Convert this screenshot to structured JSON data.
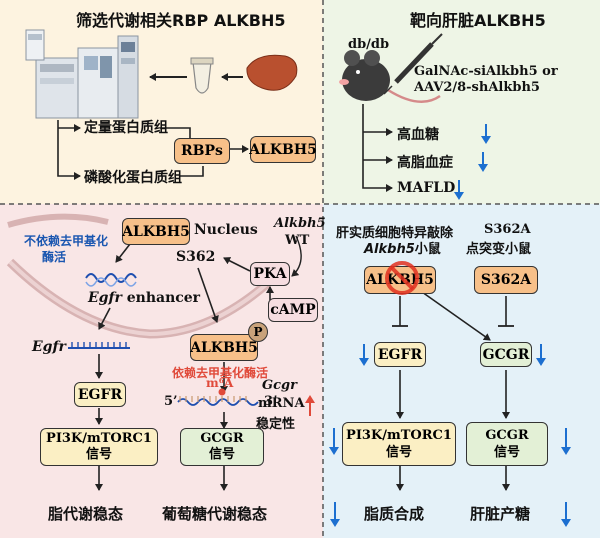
{
  "panel_a": {
    "title": "筛选代谢相关RBP ALKBH5",
    "quant_label": "定量蛋白质组",
    "phospho_label": "磷酸化蛋白质组",
    "rbps_box": "RBPs",
    "alkbh5_box": "ALKBH5"
  },
  "panel_b": {
    "title": "靶向肝脏ALKBH5",
    "mouse_label": "db/db",
    "treatment_line1": "GalNAc-siAlkbh5 or",
    "treatment_line2": "AAV2/8-shAlkbh5",
    "outcomes": [
      "高血糖",
      "高脂血症",
      "MAFLD"
    ],
    "down_arrow": "↓"
  },
  "panel_c": {
    "alkbh5_box": "ALKBH5",
    "nucleus_label": "Nucleus",
    "gene_italic": "Alkbh5",
    "wt_label": "WT",
    "independent_line1": "不依赖去甲基化",
    "independent_line2": "酶活",
    "s362": "S362",
    "pka_box": "PKA",
    "camp_box": "cAMP",
    "egfr_enhancer_italic": "Egfr",
    "egfr_enhancer_rest": " enhancer",
    "egfr_gene": "Egfr",
    "p_badge": "P",
    "alkbh5_p_box": "ALKBH5",
    "dependent_label": "依赖去甲基化酶活",
    "m6a_label": "m⁶A",
    "five_prime": "5’",
    "three_prime": "3’",
    "gcgr_italic": "Gcgr",
    "mrna_label": "mRNA",
    "stability_label": "稳定性",
    "up_arrow": "↑",
    "egfr_box": "EGFR",
    "pi3k_box_line1": "PI3K/mTORC1",
    "pi3k_box_line2": "信号",
    "gcgr_box_line1": "GCGR",
    "gcgr_box_line2": "信号",
    "outcome_left": "脂代谢稳态",
    "outcome_right": "葡萄糖代谢稳态"
  },
  "panel_d": {
    "ko_line1": "肝实质细胞特异敲除",
    "ko_gene_italic": "Alkbh5",
    "ko_line2_rest": "小鼠",
    "mut_line1": "S362A",
    "mut_line2": "点突变小鼠",
    "alkbh5_box": "ALKBH5",
    "s362a_box": "S362A",
    "egfr_box": "EGFR",
    "gcgr_box": "GCGR",
    "pi3k_box_line1": "PI3K/mTORC1",
    "pi3k_box_line2": "信号",
    "gcgr_sig_line1": "GCGR",
    "gcgr_sig_line2": "信号",
    "outcome_left": "脂质合成",
    "outcome_right": "肝脏产糖",
    "down_arrow": "↓"
  },
  "colors": {
    "panel_a_bg": "#fdf3e0",
    "panel_b_bg": "#eef5e6",
    "panel_c_bg": "#f9e6e6",
    "panel_d_bg": "#e4f1f8",
    "accent_orange": "#f7c089",
    "arrow_blue": "#1c6fd0",
    "arrow_red": "#e04a3a"
  }
}
